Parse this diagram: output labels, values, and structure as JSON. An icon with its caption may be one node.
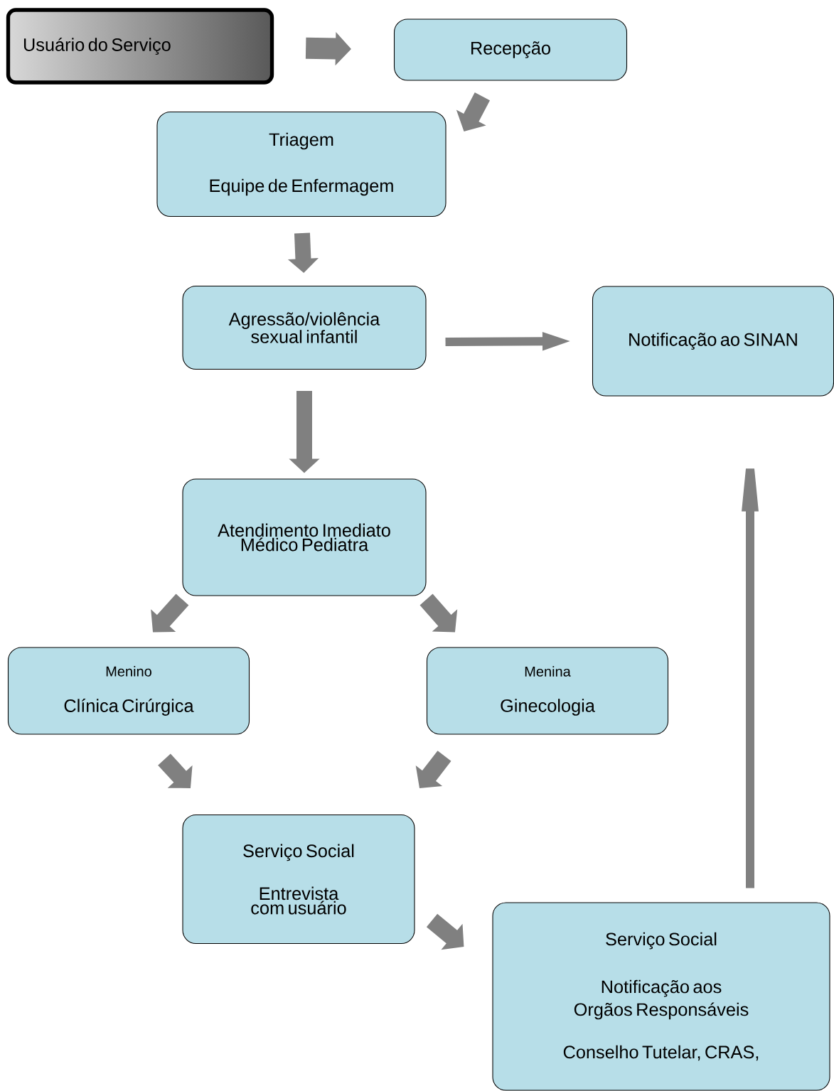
{
  "diagram": {
    "nodes": [
      {
        "text": [
          "Usuário do Serviço"
        ]
      },
      {
        "text": [
          "Recepção"
        ]
      },
      {
        "text": [
          "Triagem",
          "Equipe de Enfermagem"
        ]
      },
      {
        "text": [
          "Agressão/violência sexual infantil"
        ]
      },
      {
        "text": [
          "Notificação ao SINAN"
        ]
      },
      {
        "text": [
          "Atendimento Imediato Médico Pediatra"
        ]
      },
      {
        "text": [
          "Menino",
          "Clínica Cirúrgica"
        ]
      },
      {
        "text": [
          "Menina",
          "Ginecologia"
        ]
      },
      {
        "text": [
          "Serviço Social",
          "Entrevista com usuário"
        ]
      },
      {
        "text": [
          "Serviço Social",
          "Notificação aos Orgãos Responsáveis",
          "Conselho Tutelar, CRAS,"
        ]
      }
    ],
    "edges": [
      {
        "from": 0,
        "to": 1,
        "arrow": "to"
      },
      {
        "from": 1,
        "to": 2,
        "arrow": "to"
      },
      {
        "from": 2,
        "to": 3,
        "arrow": "to"
      },
      {
        "from": 3,
        "to": 4,
        "arrow": "to"
      },
      {
        "from": 3,
        "to": 5,
        "arrow": "to"
      },
      {
        "from": 5,
        "to": 6,
        "arrow": "to"
      },
      {
        "from": 5,
        "to": 7,
        "arrow": "to"
      },
      {
        "from": 6,
        "to": 8,
        "arrow": "to"
      },
      {
        "from": 7,
        "to": 8,
        "arrow": "to"
      },
      {
        "from": 8,
        "to": 9,
        "arrow": "to"
      },
      {
        "from": 9,
        "to": 4,
        "arrow": "to"
      }
    ]
  }
}
